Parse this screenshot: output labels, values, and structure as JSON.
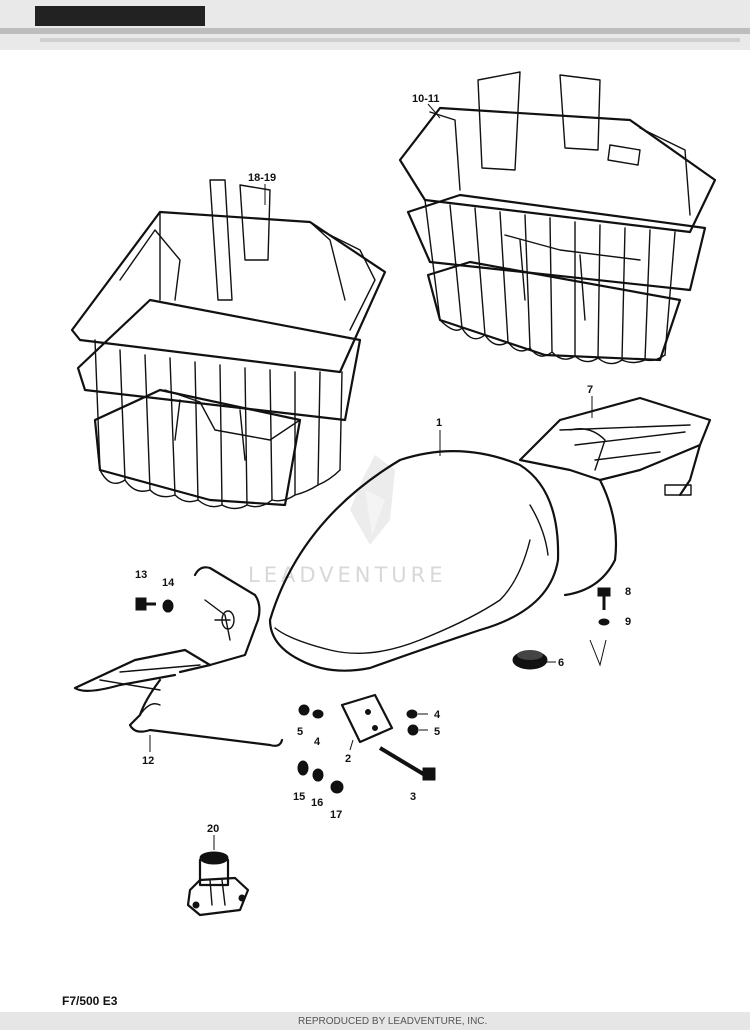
{
  "diagram": {
    "labels": {
      "p1": "1",
      "p2": "2",
      "p3": "3",
      "p4a": "4",
      "p4b": "4",
      "p5a": "5",
      "p5b": "5",
      "p6": "6",
      "p7": "7",
      "p8": "8",
      "p9": "9",
      "p10_11": "10-11",
      "p12": "12",
      "p13": "13",
      "p14": "14",
      "p15": "15",
      "p16": "16",
      "p17": "17",
      "p18_19": "18-19",
      "p20": "20"
    },
    "model_code": "F7/500 E3",
    "watermark": "LEADVENTURE",
    "footer": "REPRODUCED BY LEADVENTURE, INC."
  }
}
